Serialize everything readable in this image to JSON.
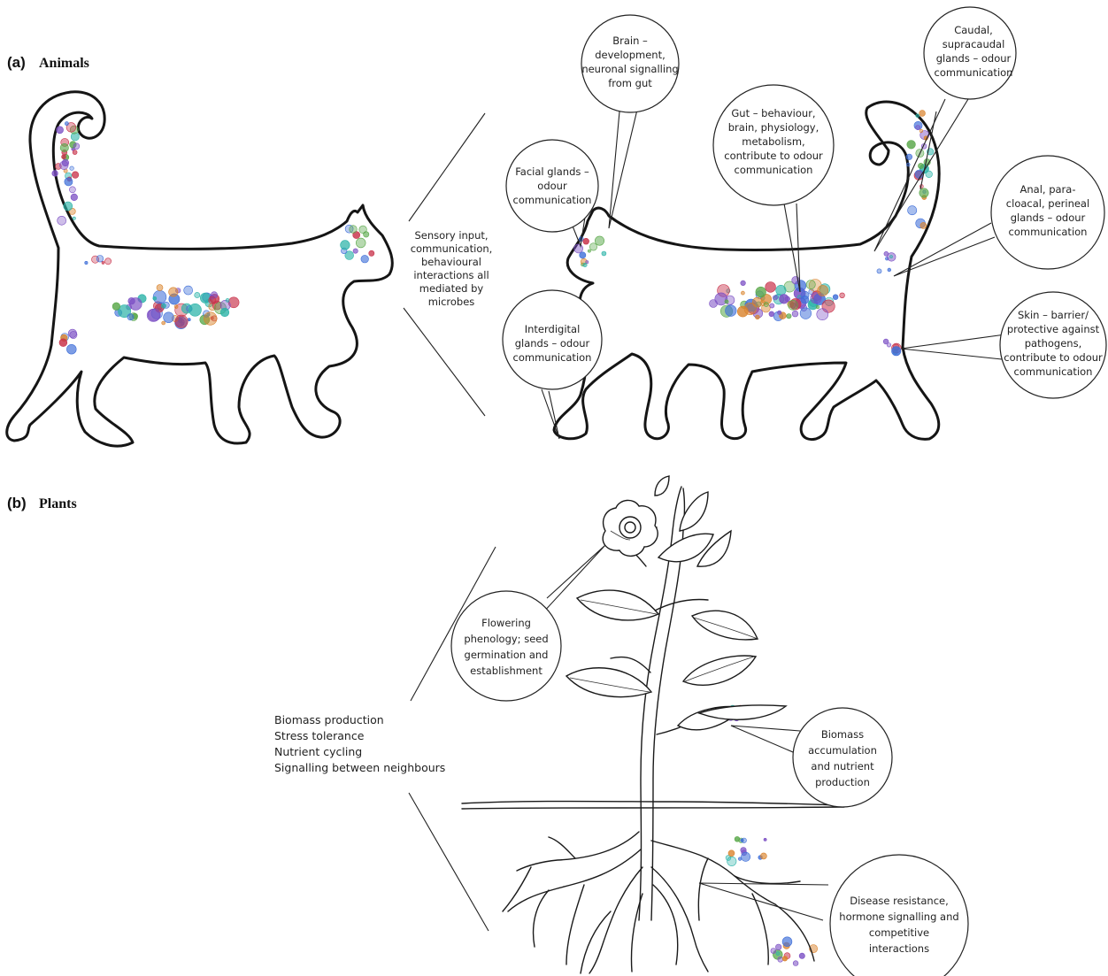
{
  "panel_a": {
    "letter": "(a)",
    "title": "Animals",
    "middle_text": [
      "Sensory input,",
      "communication,",
      "behavioural",
      "interactions all",
      "mediated by",
      "microbes"
    ],
    "bubbles": [
      {
        "id": "brain",
        "lines": [
          "Brain –",
          "development,",
          "neuronal signalling",
          "from gut"
        ]
      },
      {
        "id": "caudal",
        "lines": [
          "Caudal,",
          "supracaudal",
          "glands – odour",
          "communication"
        ]
      },
      {
        "id": "gut",
        "lines": [
          "Gut – behaviour,",
          "brain, physiology,",
          "metabolism,",
          "contribute to odour",
          "communication"
        ]
      },
      {
        "id": "facial",
        "lines": [
          "Facial glands –",
          "odour",
          "communication"
        ]
      },
      {
        "id": "anal",
        "lines": [
          "Anal, para-",
          "cloacal, perineal",
          "glands – odour",
          "communication"
        ]
      },
      {
        "id": "interdigital",
        "lines": [
          "Interdigital",
          "glands – odour",
          "communication"
        ]
      },
      {
        "id": "skin",
        "lines": [
          "Skin – barrier/",
          "protective against",
          "pathogens,",
          "contribute to odour",
          "communication"
        ]
      }
    ]
  },
  "panel_b": {
    "letter": "(b)",
    "title": "Plants",
    "side_list": [
      "Biomass production",
      "Stress tolerance",
      "Nutrient cycling",
      "Signalling between neighbours"
    ],
    "bubbles": [
      {
        "id": "flowering",
        "lines": [
          "Flowering",
          "phenology; seed",
          "germination and",
          "establishment"
        ]
      },
      {
        "id": "biomass",
        "lines": [
          "Biomass",
          "accumulation",
          "and nutrient",
          "production"
        ]
      },
      {
        "id": "disease",
        "lines": [
          "Disease resistance,",
          "hormone signalling and",
          "competitive",
          "interactions"
        ]
      }
    ]
  },
  "colors": {
    "microbe_purple": "#7b4fc4",
    "microbe_blue": "#3f6fd8",
    "microbe_teal": "#2bb3a8",
    "microbe_orange": "#d9822b",
    "microbe_green": "#5aa84a",
    "microbe_red": "#c8324a"
  }
}
